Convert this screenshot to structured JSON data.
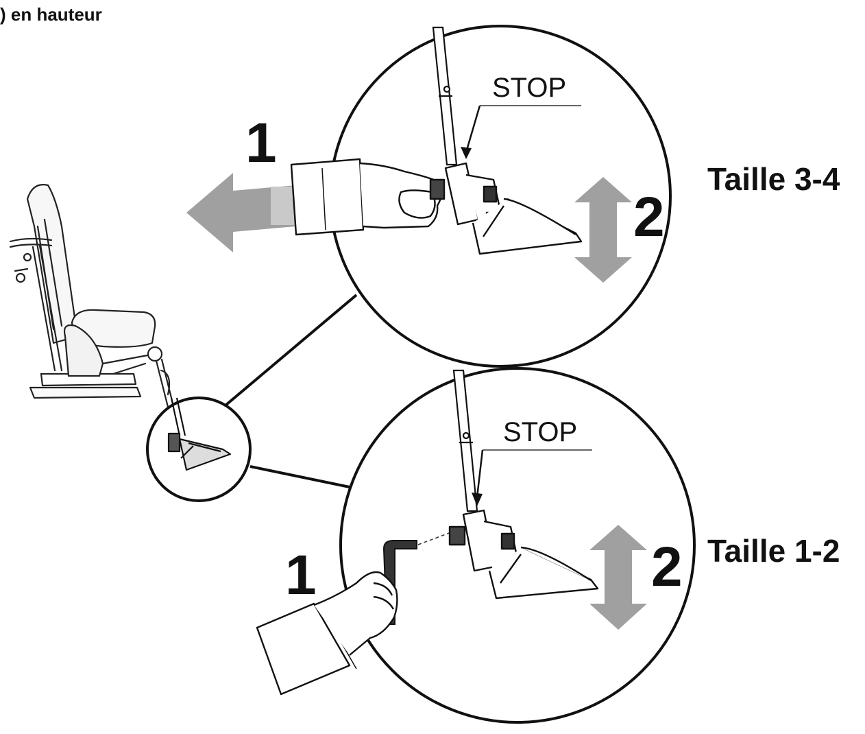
{
  "header": {
    "title": ") en hauteur"
  },
  "upper_detail": {
    "size_label": "Taille 3-4",
    "stop_label": "STOP",
    "step_pull": "1",
    "step_adjust": "2"
  },
  "lower_detail": {
    "size_label": "Taille 1-2",
    "stop_label": "STOP",
    "step_pull": "1",
    "step_adjust": "2"
  },
  "colors": {
    "ink": "#111111",
    "arrow_gray": "#9a9a9a",
    "arrow_light": "#c4c4c4",
    "background": "#ffffff"
  }
}
